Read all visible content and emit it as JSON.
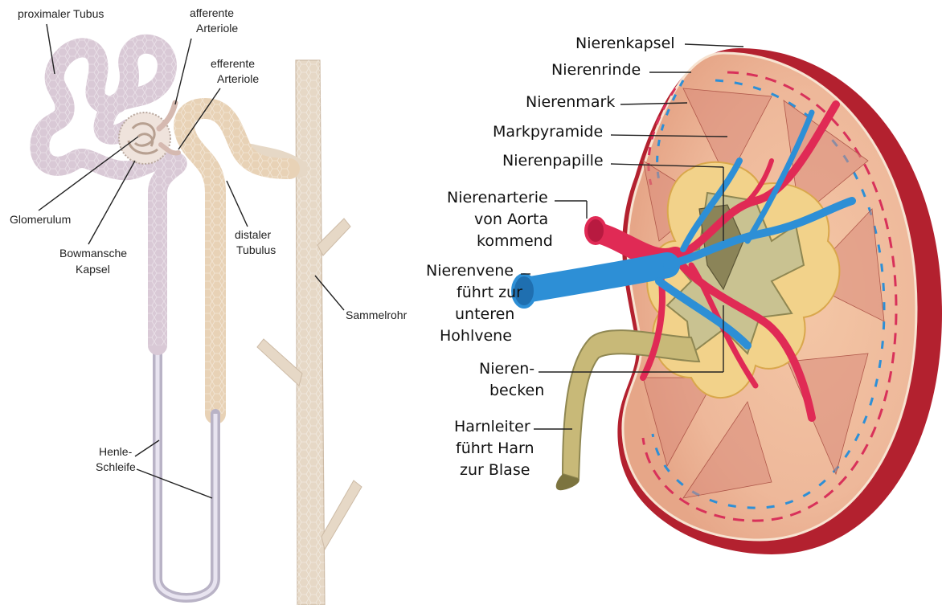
{
  "nephron": {
    "labels": {
      "proximal_tubule": "proximaler Tubus",
      "afferent_1": "afferente",
      "afferent_2": "Arteriole",
      "efferent_1": "efferente",
      "efferent_2": "Arteriole",
      "glomerulum": "Glomerulum",
      "bowman_1": "Bowmansche",
      "bowman_2": "Kapsel",
      "distal_1": "distaler",
      "distal_2": "Tubulus",
      "collecting_duct": "Sammelrohr",
      "henle_1": "Henle-",
      "henle_2": "Schleife"
    }
  },
  "kidney": {
    "labels": {
      "capsule": "Nierenkapsel",
      "cortex": "Nierenrinde",
      "medulla": "Nierenmark",
      "pyramid": "Markpyramide",
      "papilla": "Nierenpapille",
      "artery_1": "Nierenarterie",
      "artery_2": "von Aorta",
      "artery_3": "kommend",
      "vein_1": "Nierenvene",
      "vein_2": "führt zur",
      "vein_3": "unteren",
      "vein_4": "Hohlvene",
      "pelvis_1": "Nieren-",
      "pelvis_2": "becken",
      "ureter_1": "Harnleiter",
      "ureter_2": "führt Harn",
      "ureter_3": "zur Blase"
    }
  }
}
